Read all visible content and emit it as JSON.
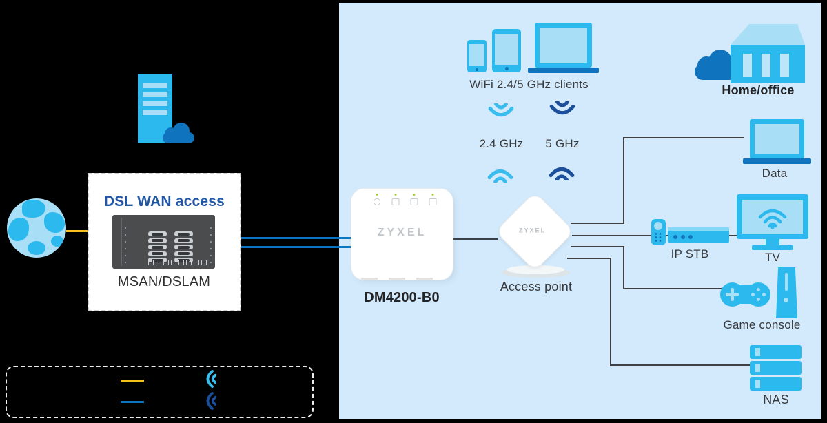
{
  "colors": {
    "device_cyan": "#2bb9ee",
    "device_light": "#a9def7",
    "device_dark_blue": "#1073be",
    "wifi_24_blue": "#39bcee",
    "wifi_5_navy": "#1b4e9b",
    "panel_background": "#d2eafb",
    "dsl_line_yellow": "#f6c21a",
    "ethernet_line_blue": "#0f74c0",
    "connector_line_dark": "#3e4043",
    "title_blue": "#2257a5",
    "chassis_gray": "#4a4c4e"
  },
  "left": {
    "dsl_box": {
      "title": "DSL WAN access",
      "device": "MSAN/DSLAM"
    }
  },
  "panel": {
    "clients_label": "WiFi 2.4/5 GHz clients",
    "bands": {
      "b24": "2.4 GHz",
      "b5": "5 GHz"
    },
    "modem": {
      "brand": "ZYXEL",
      "model": "DM4200-B0"
    },
    "access_point": {
      "brand": "ZYXEL",
      "label": "Access point"
    },
    "home_label": "Home/office",
    "devices": [
      {
        "label": "Data"
      },
      {
        "label": "IP STB"
      },
      {
        "label": "TV"
      },
      {
        "label": "Game console"
      },
      {
        "label": "NAS"
      }
    ]
  }
}
